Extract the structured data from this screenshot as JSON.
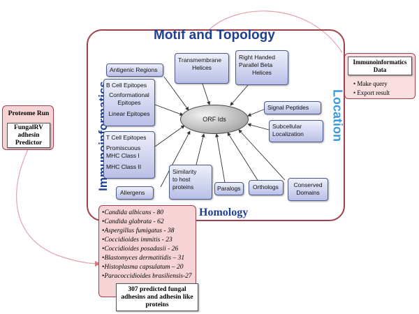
{
  "titles": {
    "motif_topology": "Motif and Topology",
    "location": "Location",
    "immunoinformatics": "Immunoinformatics",
    "homology": "Homology"
  },
  "center": {
    "label": "ORF Ids"
  },
  "boxes": {
    "antigenic_regions": "Antigenic Regions",
    "transmembrane": [
      "Transmembrane",
      "Helices"
    ],
    "beta_helices": [
      "Right Handed",
      "Parallel Beta",
      "Helices"
    ],
    "b_cell": {
      "header": "B Cell Epitopes",
      "items": [
        "Conformational",
        "Epitopes",
        "Linear Epitopes"
      ]
    },
    "t_cell": {
      "header": "T Cell Epitopes",
      "items": [
        "Promiscuous",
        "MHC Class I",
        "MHC Class II"
      ]
    },
    "allergens": "Allergens",
    "similarity": [
      "Similarity",
      "to host",
      "proteins"
    ],
    "paralogs": "Paralogs",
    "orthologs": "Orthologs",
    "conserved": [
      "Conserved",
      "Domains"
    ],
    "signal_peptides": "Signal Peptides",
    "subcellular": [
      "Subcellular",
      "Localization"
    ]
  },
  "proteome": {
    "header": "Proteome Run",
    "inner": [
      "FungalRV",
      "adhesin",
      "Predictor"
    ]
  },
  "immuno_data": {
    "header": [
      "Immunoinformatics",
      "Data"
    ],
    "items": [
      "Make query",
      "Export result"
    ]
  },
  "species": [
    "Candida albicans - 80",
    "Candida glabrata -  62",
    "Aspergillus fumigatus - 38",
    "Coccidioides immitis - 23",
    "Coccidioides posadasii - 26",
    "Blastomyces dermatitidis – 31",
    "Histoplasma capsulatum – 20",
    "Paracoccidioides brasiliensis-27"
  ],
  "predicted": [
    "307 predicted fungal",
    "adhesins and adhesin like",
    "proteins"
  ],
  "colors": {
    "accent_blue": "#1f3f94",
    "location_blue": "#3a9ad6",
    "frame_red": "#a0404a",
    "panel_pink": "#f6d4d6"
  }
}
